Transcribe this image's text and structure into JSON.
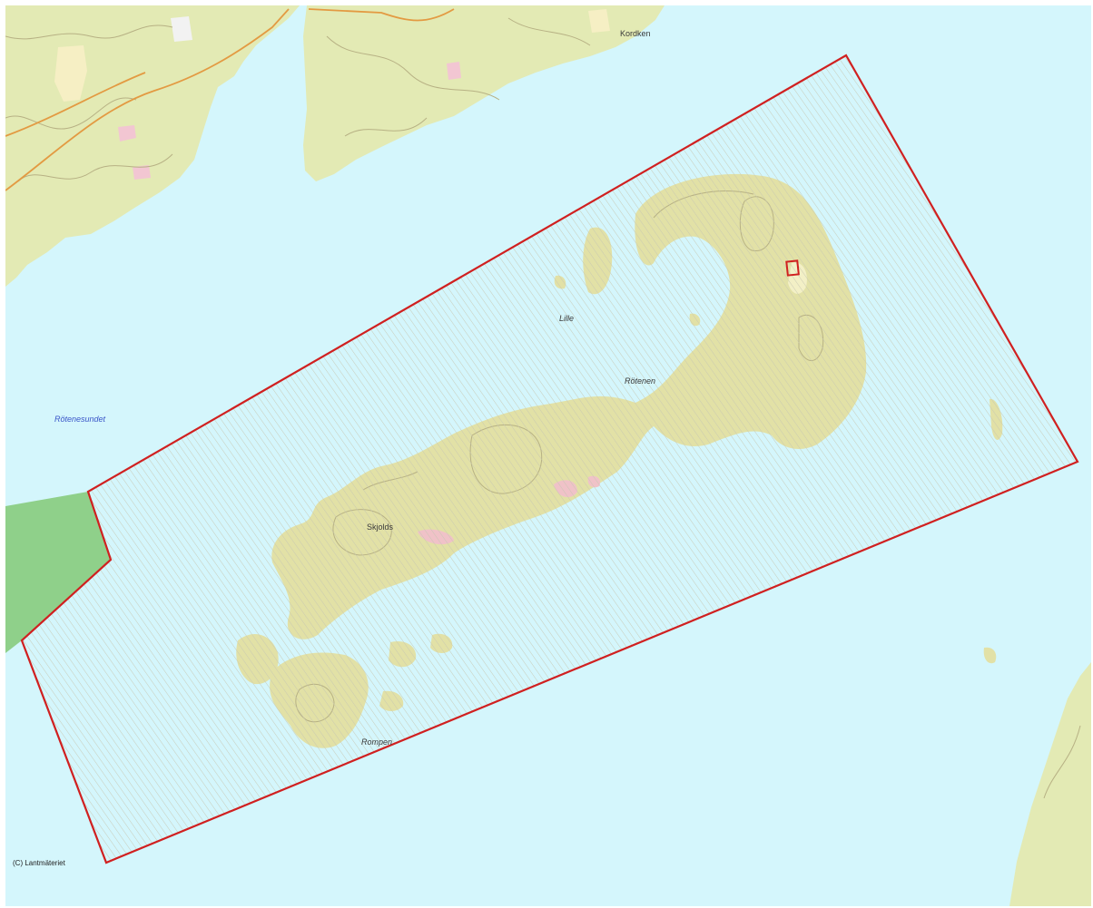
{
  "map": {
    "colors": {
      "water": "#d4f6fc",
      "land": "#e3eab4",
      "forest": "#dde7b0",
      "island": "#e2e1a6",
      "contour": "#b7b184",
      "road": "#e39a42",
      "boundary": "#d02020",
      "protected_green": "#8fd08a",
      "hatch": "#c9c9b4"
    },
    "labels": {
      "kordken": "Kordken",
      "lille": "Lille",
      "rotenen": "Rötenen",
      "sound": "Rötenesundet",
      "skjolds": "Skjolds",
      "rompen": "Rompen"
    },
    "copyright": "(C) Lantmäteriet"
  }
}
